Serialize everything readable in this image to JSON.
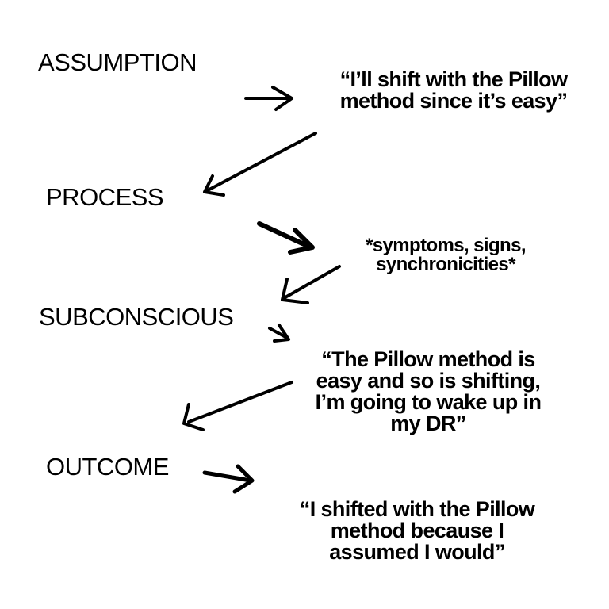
{
  "stages": [
    {
      "label": "ASSUMPTION"
    },
    {
      "label": "PROCESS"
    },
    {
      "label": "SUBCONSCIOUS"
    },
    {
      "label": "OUTCOME"
    }
  ],
  "quotes": [
    {
      "lines": [
        "“I’ll shift with the Pillow",
        "method since it’s easy”"
      ]
    },
    {
      "lines": [
        "*symptoms, signs,",
        "synchronicities*"
      ]
    },
    {
      "lines": [
        "“The Pillow method is",
        "easy and so is shifting,",
        "I’m going to wake up in",
        "my DR”"
      ]
    },
    {
      "lines": [
        "“I shifted with the Pillow",
        "method because I",
        "assumed I would”"
      ]
    }
  ],
  "colors": {
    "background": "#ffffff",
    "ink": "#000000"
  }
}
